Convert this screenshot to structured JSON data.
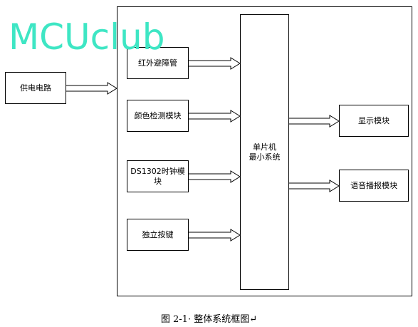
{
  "watermark": "MCUclub",
  "blocks": {
    "power": "供电电路",
    "infrared": "红外避障管",
    "color": "颜色检测模块",
    "clock": "DS1302时钟模块",
    "keys": "独立按键",
    "mcu_line1": "单片机",
    "mcu_line2": "最小系统",
    "display": "显示模块",
    "voice": "语音播报模块"
  },
  "caption": "图 2-1· 整体系统框图↵"
}
